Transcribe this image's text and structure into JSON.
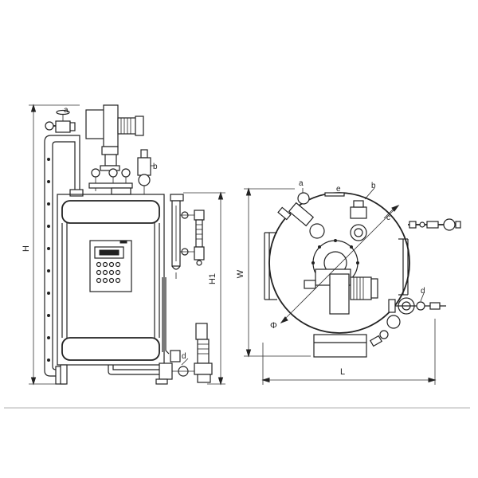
{
  "dimensions": {
    "height": "H",
    "height_1": "H1",
    "width": "W",
    "length": "L",
    "diameter": "Φ"
  },
  "labels": {
    "a_front": "a",
    "b_front": "b",
    "d_front": "d",
    "a_top": "a",
    "b_top": "b",
    "c_top": "c",
    "d_top": "d",
    "e_top": "e"
  }
}
